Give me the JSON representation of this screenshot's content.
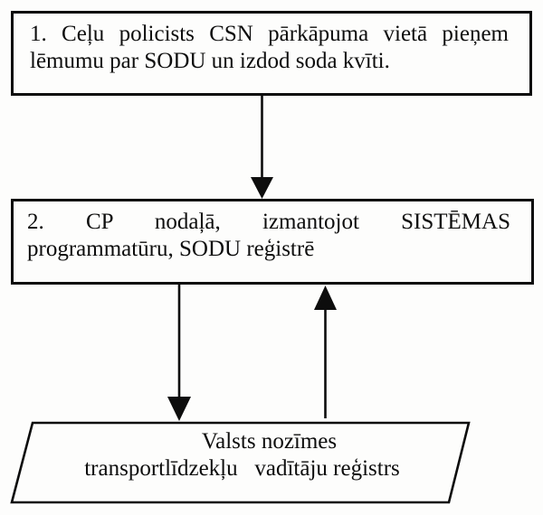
{
  "diagram": {
    "title_hint": "Penalty registration flowchart (Latvian)",
    "background_color": "#fdfdfc",
    "ink_color": "#0d0d0d",
    "step1": {
      "line1": "1. Ceļu policists CSN pārkāpuma vietā pieņem",
      "line2": "lēmumu par SODU un izdod soda kvīti."
    },
    "step2": {
      "line1": "2. CP nodaļā, izmantojot SISTĒMAS",
      "line2": "programmatūru, SODU reģistrē"
    },
    "registry": {
      "line1": "Valsts nozīmes",
      "line2": "transportlīdzekļu   vadītāju reģistrs"
    },
    "arrows": [
      {
        "name": "arrow-step1-to-step2",
        "direction": "down"
      },
      {
        "name": "arrow-step2-to-registry",
        "direction": "down"
      },
      {
        "name": "arrow-registry-to-step2",
        "direction": "up"
      }
    ]
  }
}
